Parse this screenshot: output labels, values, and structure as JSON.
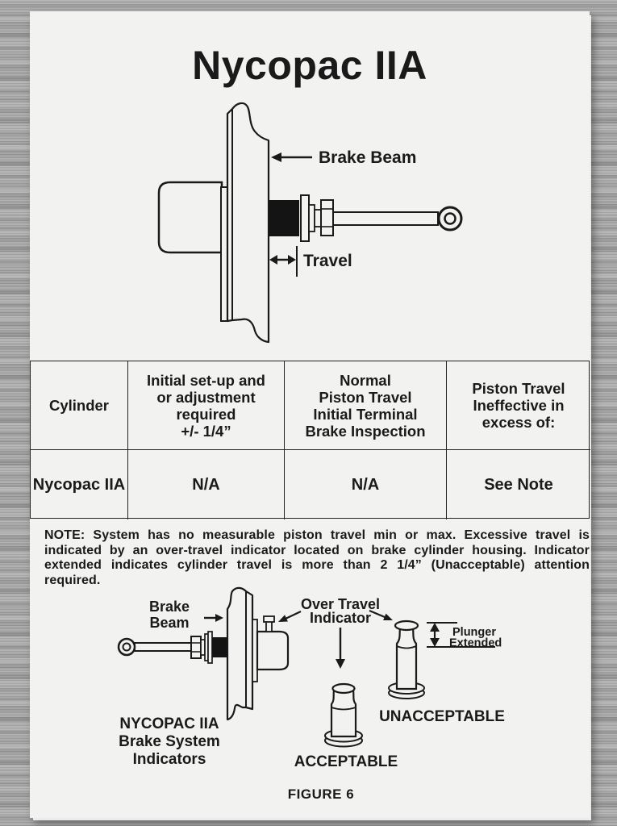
{
  "page": {
    "title": "Nycopac IIA",
    "figure_caption": "FIGURE 6"
  },
  "top_diagram": {
    "brake_beam_label": "Brake Beam",
    "travel_label": "Travel"
  },
  "table": {
    "headers": [
      "Cylinder",
      "Initial set-up and\nor adjustment\nrequired\n+/- 1/4”",
      "Normal\nPiston Travel\nInitial Terminal\nBrake Inspection",
      "Piston Travel\nIneffective in\nexcess of:"
    ],
    "row": [
      "Nycopac IIA",
      "N/A",
      "N/A",
      "See Note"
    ]
  },
  "note": "NOTE: System has no measurable piston travel min or max. Excessive travel is indicated by an over-travel indicator located on brake cylinder housing. Indicator extended indicates cylinder travel is more than 2 1/4” (Unacceptable) attention required.",
  "bottom_diagram": {
    "brake_beam": [
      "Brake",
      "Beam"
    ],
    "over_travel": [
      "Over Travel",
      "Indicator"
    ],
    "plunger_extended": [
      "Plunger",
      "Extended"
    ],
    "acceptable_label": "ACCEPTABLE",
    "unacceptable_label": "UNACCEPTABLE",
    "system_label": [
      "NYCOPAC IIA",
      "Brake System",
      "Indicators"
    ]
  },
  "colors": {
    "ink": "#1a1a1a",
    "page_bg": "#f2f2f0",
    "metal_base": "#a6a6a6"
  }
}
